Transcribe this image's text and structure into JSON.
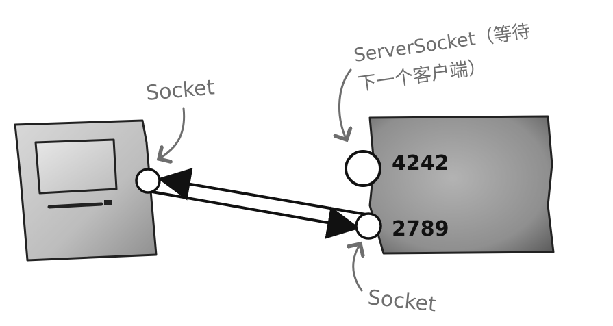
{
  "labels": {
    "client_socket": "Socket",
    "server_socket_line1": "ServerSocket（等待",
    "server_socket_line2": "下一个客户端）",
    "server_client_socket": "Socket"
  },
  "ports": {
    "listen_port": "4242",
    "connection_port": "2789"
  },
  "colors": {
    "annotation_text": "#6e6e6e",
    "outline": "#111111",
    "machine_body": "#b9b9b9",
    "server_body": "#9a9a9a"
  }
}
